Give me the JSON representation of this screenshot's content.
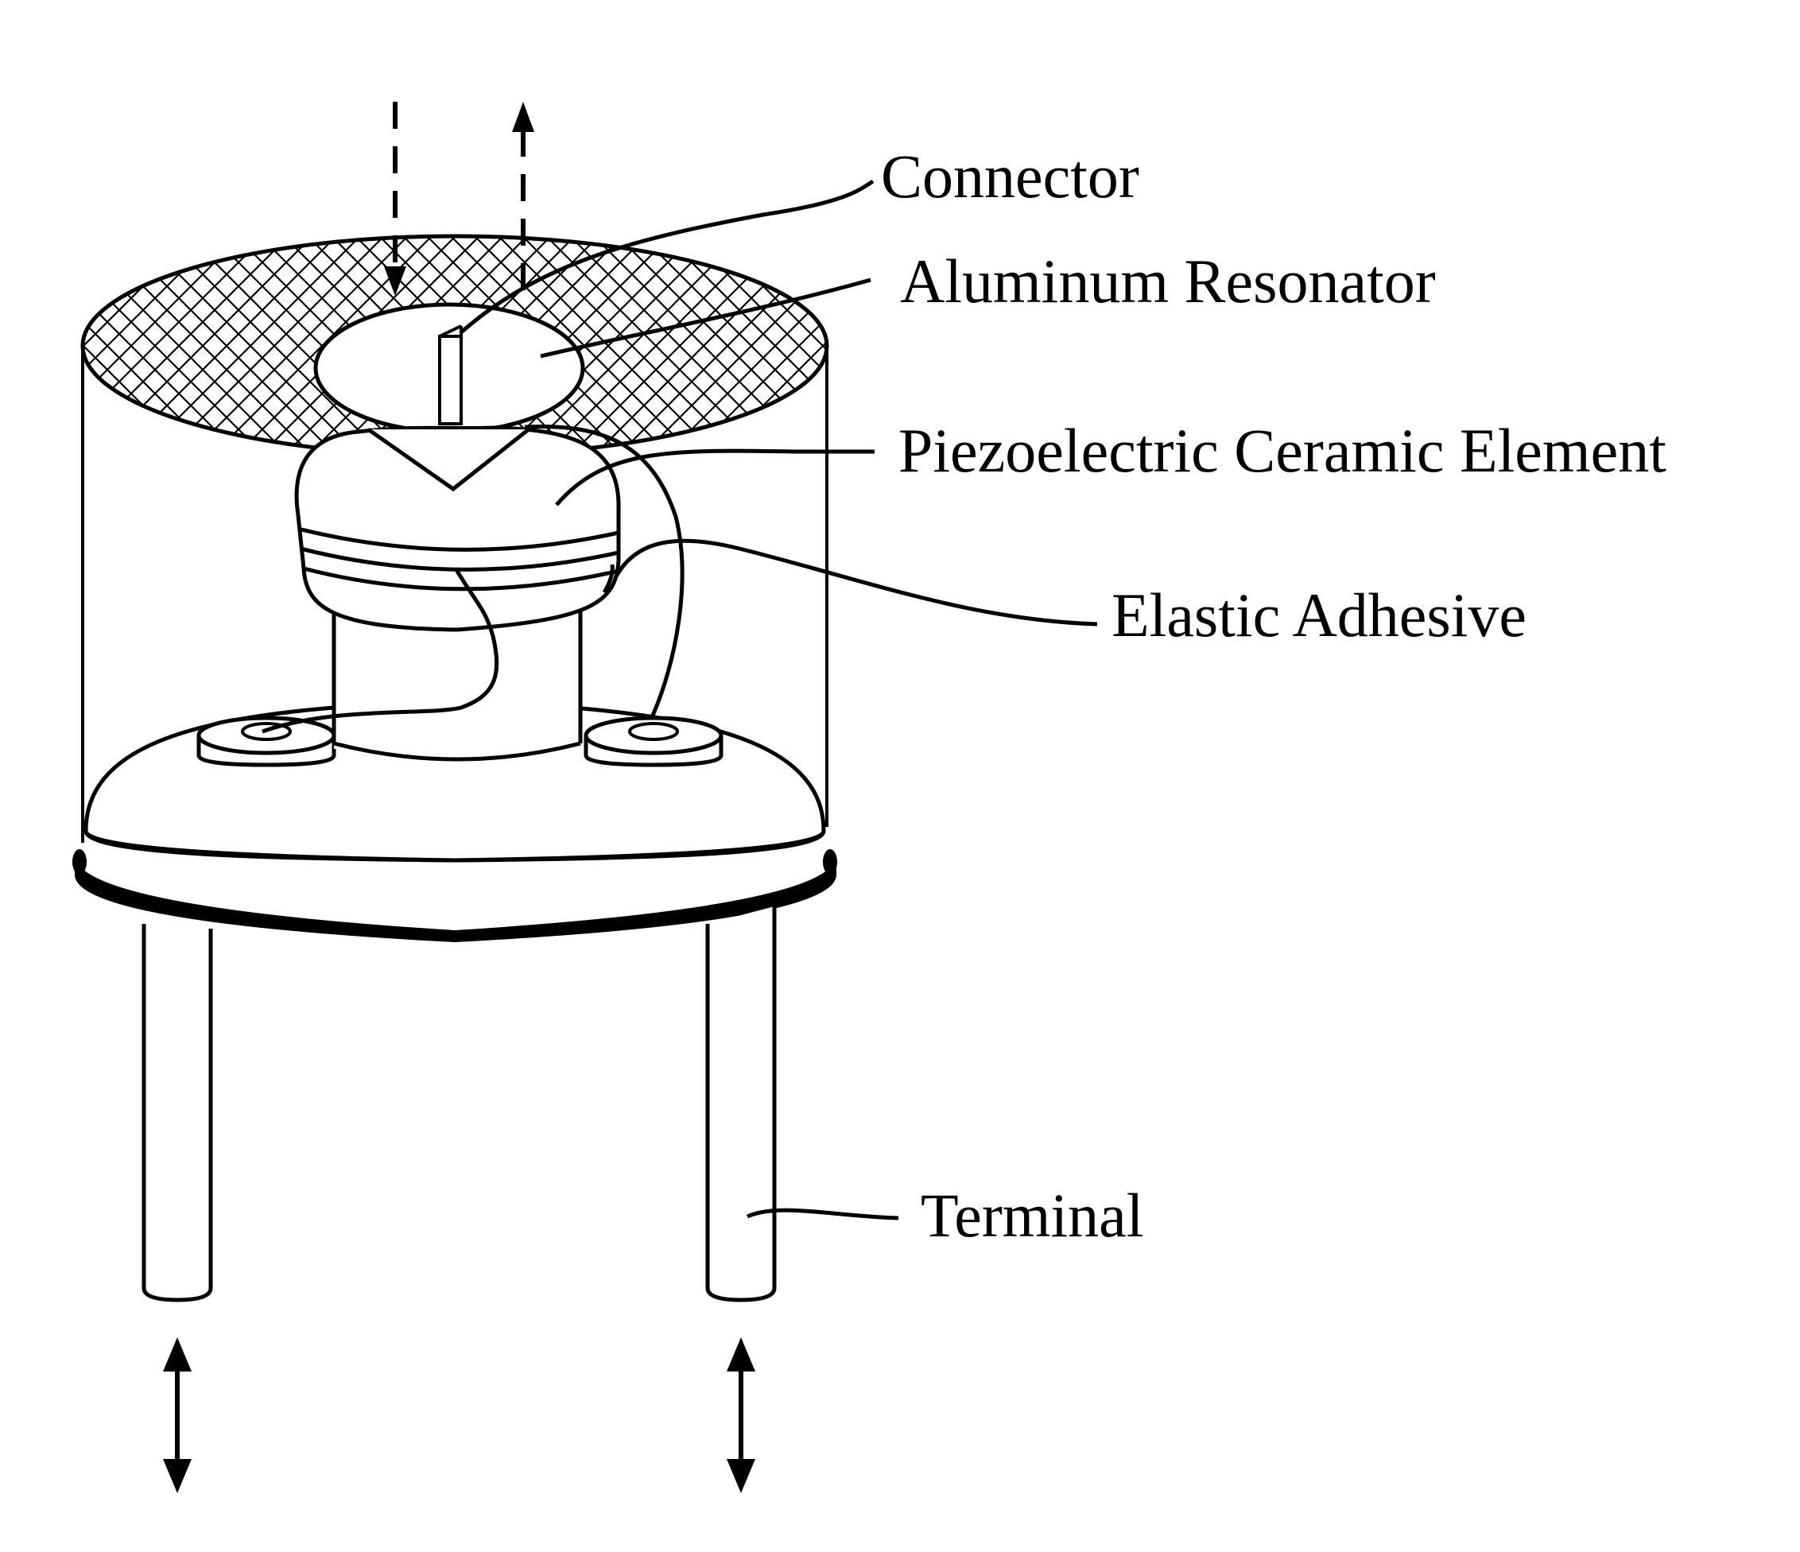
{
  "labels": {
    "connector": "Connector",
    "aluminum_resonator": "Aluminum Resonator",
    "piezo_element": "Piezoelectric Ceramic Element",
    "elastic_adhesive": "Elastic Adhesive",
    "terminal": "Terminal"
  },
  "colors": {
    "line": "#000000",
    "background": "#ffffff"
  }
}
